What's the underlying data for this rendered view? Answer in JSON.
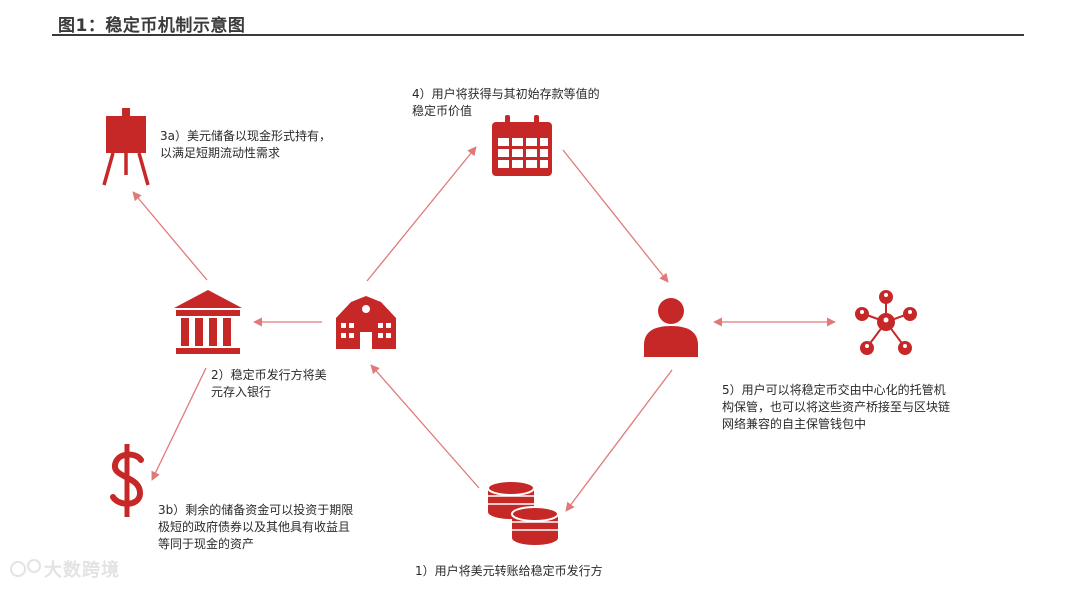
{
  "title": "图1：稳定币机制示意图",
  "colors": {
    "accent": "#c62828",
    "arrow": "#e07a7a",
    "title": "#3a3a3a"
  },
  "nodes": [
    {
      "id": "user",
      "icon": "user-icon"
    },
    {
      "id": "issuer",
      "icon": "building-icon"
    },
    {
      "id": "bank",
      "icon": "bank-icon"
    },
    {
      "id": "cash",
      "icon": "easel-icon"
    },
    {
      "id": "treasury",
      "icon": "dollar-icon"
    },
    {
      "id": "value",
      "icon": "calendar-icon"
    },
    {
      "id": "network",
      "icon": "network-icon"
    },
    {
      "id": "coins",
      "icon": "coins-icon"
    }
  ],
  "labels": {
    "step1": "1）用户将美元转账给稳定币发行方",
    "step2": "2）稳定币发行方将美\n元存入银行",
    "step3a": "3a）美元储备以现金形式持有，\n以满足短期流动性需求",
    "step3b": "3b）剩余的储备资金可以投资于期限\n极短的政府债券以及其他具有收益且\n等同于现金的资产",
    "step4": "4）用户将获得与其初始存款等值的\n稳定币价值",
    "step5": "5）用户可以将稳定币交由中心化的托管机\n构保管，也可以将这些资产桥接至与区块链\n网络兼容的自主保管钱包中"
  },
  "watermark": "大数跨境"
}
